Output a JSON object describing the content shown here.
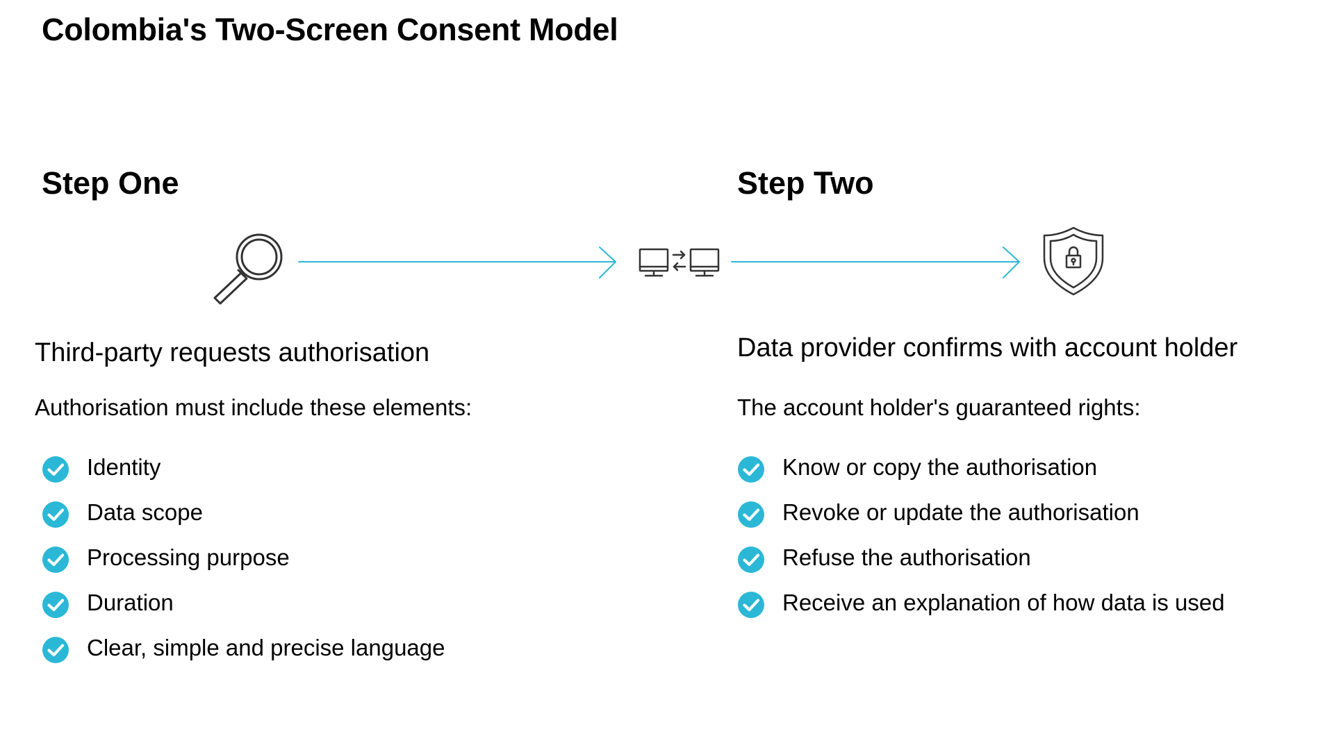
{
  "title": "Colombia's Two-Screen Consent Model",
  "colors": {
    "accent": "#2bb8d6",
    "text": "#000000",
    "icon_stroke": "#333333",
    "background": "#ffffff"
  },
  "flow": {
    "icons": [
      "magnifying-glass-icon",
      "computer-exchange-icon",
      "shield-lock-icon"
    ],
    "arrows": 2
  },
  "step_one": {
    "heading": "Step One",
    "subtitle": "Third-party requests authorisation",
    "lead": "Authorisation must include these elements:",
    "items": [
      {
        "label": "Identity"
      },
      {
        "label": "Data scope"
      },
      {
        "label": "Processing purpose"
      },
      {
        "label": "Duration"
      },
      {
        "label": "Clear, simple and precise language"
      }
    ]
  },
  "step_two": {
    "heading": "Step Two",
    "subtitle": "Data provider confirms with account holder",
    "lead": "The account holder's guaranteed rights:",
    "items": [
      {
        "label": "Know or copy the authorisation"
      },
      {
        "label": "Revoke or update the authorisation"
      },
      {
        "label": "Refuse the authorisation"
      },
      {
        "label": "Receive an explanation of how data is used"
      }
    ]
  }
}
